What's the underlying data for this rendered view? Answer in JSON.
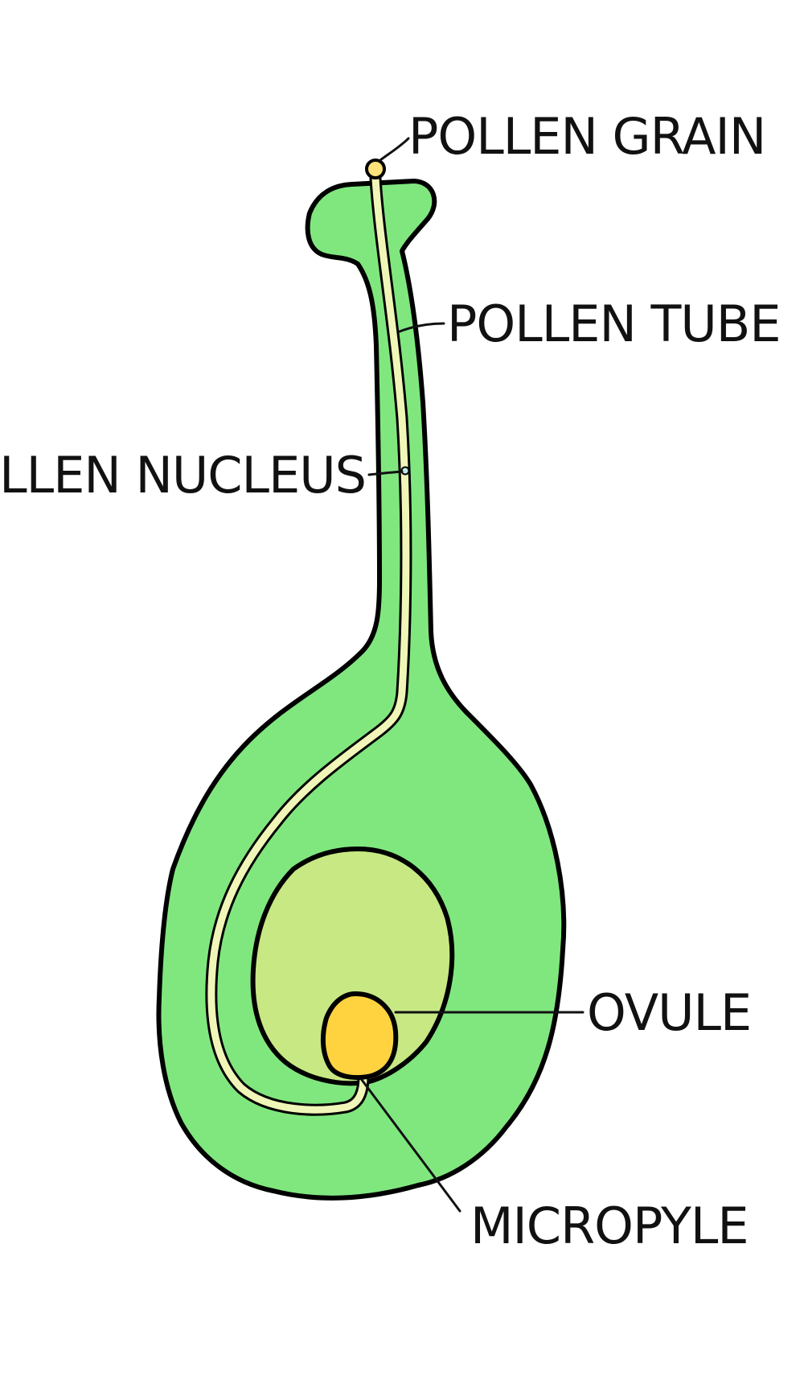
{
  "labels": {
    "pollen_grain": "POLLEN GRAIN",
    "pollen_tube": "POLLEN TUBE",
    "pollen_nucleus": "POLLEN NUCLEUS",
    "ovule": "OVULE",
    "micropyle": "MICROPYLE"
  },
  "colors": {
    "carpel": "#80e77f",
    "ovary_chamber": "#c8e884",
    "ovule": "#ffd33f",
    "pollen_tube": "#f0f6b8",
    "pollen_grain": "#ffe27a",
    "outline": "#000000",
    "background": "#ffffff"
  }
}
